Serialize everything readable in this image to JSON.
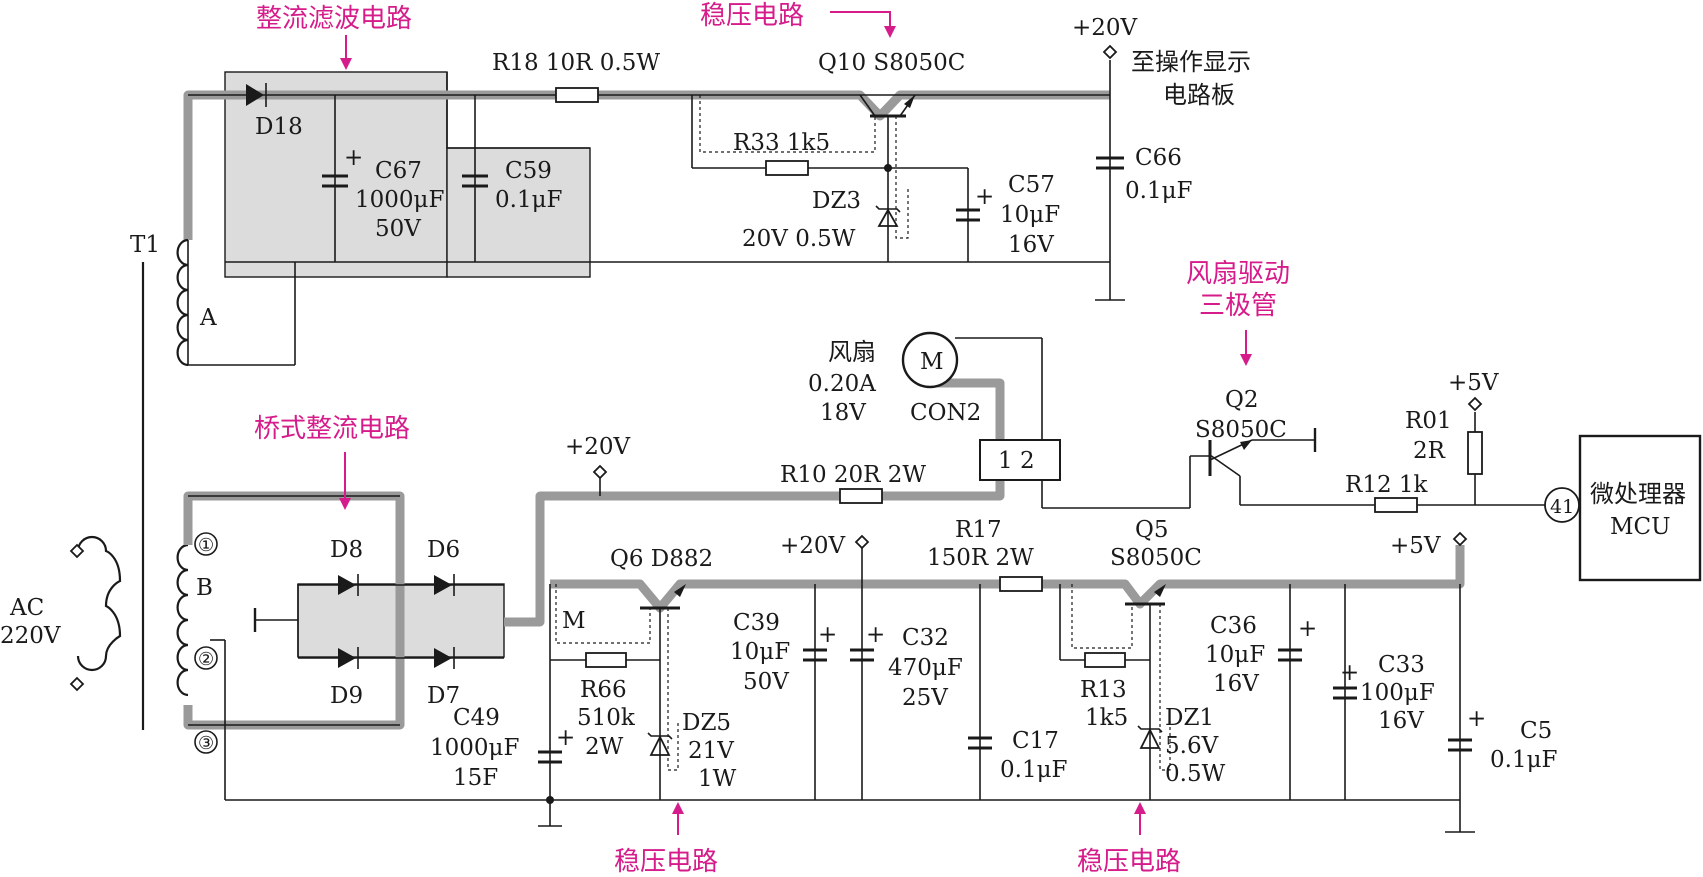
{
  "annotations": {
    "rect_filter": "整流滤波电路",
    "regulator_top": "稳压电路",
    "bridge": "桥式整流电路",
    "fan_driver_1": "风扇驱动",
    "fan_driver_2": "三极管",
    "regulator_bottom_left": "稳压电路",
    "regulator_bottom_right": "稳压电路"
  },
  "top_rail": {
    "voltage": "+20V",
    "dest_1": "至操作显示",
    "dest_2": "电路板"
  },
  "transformer": {
    "name": "T1",
    "winding_a": "A",
    "winding_b": "B",
    "pin1": "①",
    "pin2": "②",
    "pin3": "③"
  },
  "ac_input": {
    "line1": "AC",
    "line2": "220V"
  },
  "components": {
    "d18": "D18",
    "c67": [
      "C67",
      "1000μF",
      "50V"
    ],
    "c59": [
      "C59",
      "0.1μF"
    ],
    "r18": "R18  10R  0.5W",
    "q10": "Q10   S8050C",
    "r33": "R33  1k5",
    "dz3": [
      "DZ3",
      "20V  0.5W"
    ],
    "c57": [
      "C57",
      "10μF",
      "16V"
    ],
    "c66": [
      "C66",
      "0.1μF"
    ],
    "d8": "D8",
    "d6": "D6",
    "d9": "D9",
    "d7": "D7",
    "c49": [
      "C49",
      "1000μF",
      "15F"
    ],
    "m_label": "M",
    "q6": "Q6  D882",
    "r66": [
      "R66",
      "510k",
      "2W"
    ],
    "dz5": [
      "DZ5",
      "21V",
      "1W"
    ],
    "plus20_mid": "+20V",
    "plus20_c32": "+20V",
    "r10": "R10  20R  2W",
    "c39": [
      "C39",
      "10μF",
      "50V"
    ],
    "c32": [
      "C32",
      "470μF",
      "25V"
    ],
    "c17": [
      "C17",
      "0.1μF"
    ],
    "r17": [
      "R17",
      "150R  2W"
    ],
    "q5": [
      "Q5",
      "S8050C"
    ],
    "r13": [
      "R13",
      "1k5"
    ],
    "dz1": [
      "DZ1",
      "5.6V",
      "0.5W"
    ],
    "c36": [
      "C36",
      "10μF",
      "16V"
    ],
    "c33": [
      "C33",
      "100μF",
      "16V"
    ],
    "c5": [
      "C5",
      "0.1μF"
    ],
    "plus5_out": "+5V",
    "fan": [
      "风扇",
      "0.20A",
      "18V"
    ],
    "fan_motor": "M",
    "con2": "CON2",
    "con2_pins": "1  2",
    "q2": [
      "Q2",
      "S8050C"
    ],
    "plus5_top": "+5V",
    "r01": [
      "R01",
      "2R"
    ],
    "r12": "R12  1k",
    "mcu_pin": "41",
    "mcu": [
      "微处理器",
      "MCU"
    ]
  }
}
